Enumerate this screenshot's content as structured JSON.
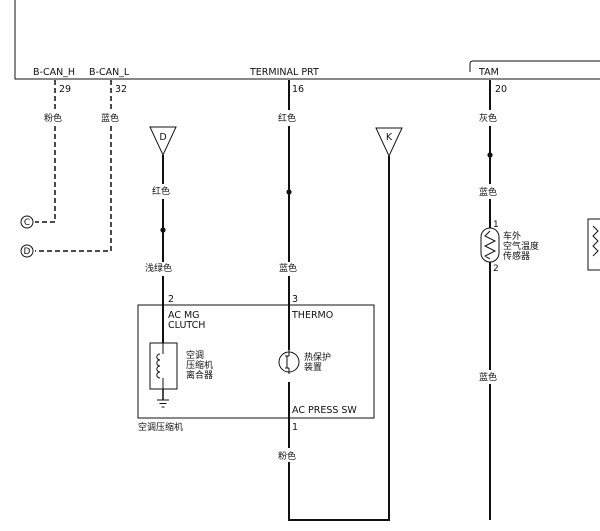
{
  "pins": {
    "bcan_h": {
      "name": "B-CAN_H",
      "number": "29",
      "wire_color": "粉色",
      "connector": "C"
    },
    "bcan_l": {
      "name": "B-CAN_L",
      "number": "32",
      "wire_color": "蓝色",
      "connector": "D"
    },
    "terminal_prt": {
      "name": "TERMINAL PRT",
      "number": "16",
      "wire_color": "红色"
    },
    "tam": {
      "name": "TAM",
      "number": "20",
      "wire_color": "灰色"
    }
  },
  "connectors": {
    "d_top": "D",
    "k_top": "K"
  },
  "wires": {
    "d_upper": "红色",
    "d_lower": "浅绿色",
    "k_mid": "蓝色",
    "bottom_mid": "粉色",
    "tam_mid": "蓝色",
    "tam_lower": "蓝色"
  },
  "compressor": {
    "label": "空调压缩机",
    "clutch_pin": "2",
    "clutch_name_1": "AC MG",
    "clutch_name_2": "CLUTCH",
    "clutch_desc_1": "空调",
    "clutch_desc_2": "压缩机",
    "clutch_desc_3": "离合器",
    "thermo_pin": "3",
    "thermo_name": "THERMO",
    "thermo_desc_1": "热保护",
    "thermo_desc_2": "装置",
    "press_sw": "AC PRESS SW",
    "press_pin": "1"
  },
  "sensor": {
    "pin_top": "1",
    "pin_bottom": "2",
    "desc_1": "车外",
    "desc_2": "空气温度",
    "desc_3": "传感器"
  }
}
